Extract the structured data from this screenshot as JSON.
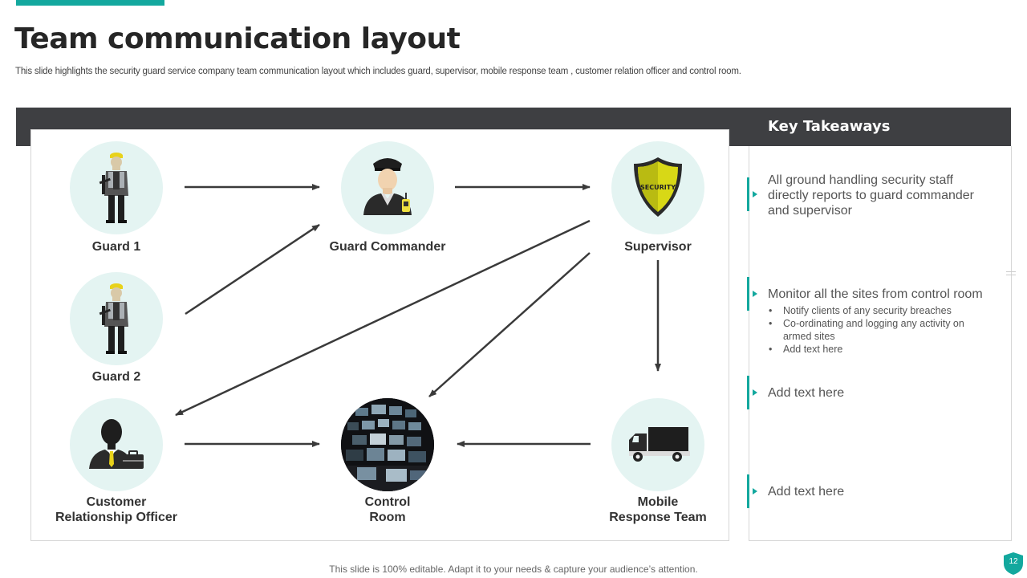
{
  "slide": {
    "title": "Team communication layout",
    "subtitle": "This slide highlights the security guard service company team communication layout which includes guard, supervisor, mobile response team , customer relation officer and control room.",
    "footer": "This slide is 100% editable. Adapt it to your needs & capture your audience’s attention.",
    "page_number": "12",
    "accent_color": "#13a89e",
    "band_color": "#3e3f42",
    "circle_color": "#e4f4f2"
  },
  "diagram": {
    "nodes": {
      "guard1": {
        "label": "Guard 1",
        "icon": "security-guard-icon"
      },
      "guard2": {
        "label": "Guard 2",
        "icon": "security-guard-icon"
      },
      "commander": {
        "label": "Guard Commander",
        "icon": "police-officer-icon"
      },
      "supervisor": {
        "label": "Supervisor",
        "icon": "security-shield-icon",
        "shield_text": "SECURITY"
      },
      "officer": {
        "label_line1": "Customer",
        "label_line2": "Relationship Officer",
        "icon": "businessman-icon"
      },
      "control": {
        "label_line1": "Control",
        "label_line2": "Room",
        "icon": "control-room-photo"
      },
      "mobile": {
        "label_line1": "Mobile",
        "label_line2": "Response Team",
        "icon": "truck-icon"
      }
    },
    "edges": [
      {
        "from": "guard1",
        "to": "commander"
      },
      {
        "from": "guard2",
        "to": "commander"
      },
      {
        "from": "commander",
        "to": "supervisor"
      },
      {
        "from": "supervisor",
        "to": "officer"
      },
      {
        "from": "supervisor",
        "to": "control"
      },
      {
        "from": "supervisor",
        "to": "mobile"
      },
      {
        "from": "officer",
        "to": "control"
      },
      {
        "from": "mobile",
        "to": "control"
      }
    ]
  },
  "takeaways": {
    "title": "Key Takeaways",
    "items": [
      {
        "text": "All ground handling security staff directly reports to guard commander and supervisor"
      },
      {
        "text": "Monitor all the sites from control room",
        "bullets": [
          "Notify clients of any security breaches",
          "Co-ordinating and logging any activity on armed sites",
          "Add text here"
        ]
      },
      {
        "text": "Add text here"
      },
      {
        "text": "Add text here"
      }
    ]
  }
}
